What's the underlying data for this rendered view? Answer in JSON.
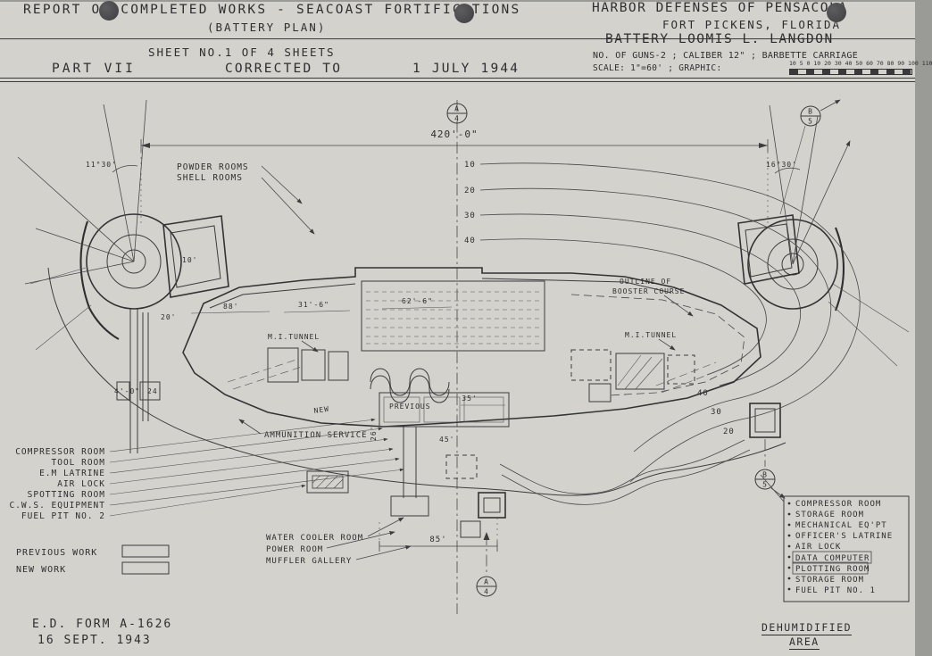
{
  "header": {
    "title_line1": "REPORT OF COMPLETED WORKS - SEACOAST FORTIFICATIONS",
    "title_line2": "(BATTERY PLAN)",
    "sheet_line": "SHEET NO.1 OF 4 SHEETS",
    "part": "PART VII",
    "corrected": "CORRECTED TO",
    "corrected_date": "1 JULY 1944",
    "right": {
      "defenses": "HARBOR DEFENSES OF PENSACOLA",
      "fort": "FORT PICKENS, FLORIDA",
      "battery": "BATTERY LOOMIS L. LANGDON",
      "guns": "NO. OF GUNS-2 ;  CALIBER 12\" ;  BARBETTE CARRIAGE",
      "scale": "SCALE: 1\"=60' ; GRAPHIC:",
      "scale_ticks": "10 5 0  10  20  30  40  50  60  70  80  90  100 110"
    }
  },
  "plan": {
    "overall_dim": "420'-0\"",
    "markers": {
      "a": "A",
      "a_num": "4",
      "b": "B",
      "b_num": "5"
    },
    "angle_left": "11°30'",
    "angle_right": "16°30'",
    "contours_left": [
      "10",
      "20",
      "30",
      "40"
    ],
    "contours_right": [
      "40",
      "30",
      "20"
    ],
    "labels": {
      "powder_rooms": "POWDER ROOMS",
      "shell_rooms": "SHELL ROOMS",
      "mi_tunnel": "M.I.TUNNEL",
      "booster_1": "OUTLINE OF",
      "booster_2": "BOOSTER COURSE",
      "ammunition_service": "AMMUNITION SERVICE",
      "new": "NEW",
      "previous": "PREVIOUS",
      "water_cooler": "WATER COOLER ROOM",
      "power_room": "POWER ROOM",
      "muffler_gallery": "MUFFLER GALLERY"
    },
    "dims": {
      "d88": "88'",
      "d31": "31'-6\"",
      "d62": "62'-6\"",
      "d35": "35'",
      "d85": "85'",
      "d10": "10'",
      "d20": "20'",
      "d26": "26'",
      "d45": "45'",
      "d4": "4'-0\"",
      "d24": "24'"
    },
    "left_rooms": [
      "COMPRESSOR ROOM",
      "TOOL ROOM",
      "E.M LATRINE",
      "AIR LOCK",
      "SPOTTING ROOM",
      "C.W.S. EQUIPMENT",
      "FUEL PIT NO. 2"
    ],
    "right_rooms": [
      "COMPRESSOR ROOM",
      "STORAGE ROOM",
      "MECHANICAL EQ'PT",
      "OFFICER'S LATRINE",
      "AIR LOCK",
      "DATA COMPUTER",
      "PLOTTING ROOM",
      "STORAGE ROOM",
      "FUEL PIT NO. 1"
    ],
    "legend": {
      "previous_work": "PREVIOUS WORK",
      "new_work": "NEW WORK"
    },
    "dehumidified_1": "DEHUMIDIFIED",
    "dehumidified_2": "AREA"
  },
  "footer": {
    "form": "E.D. FORM A-1626",
    "date": "16 SEPT. 1943"
  }
}
